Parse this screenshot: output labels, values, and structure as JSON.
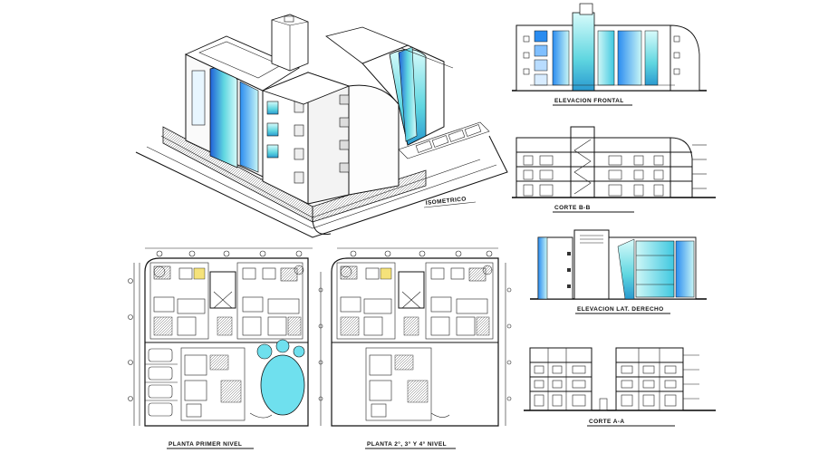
{
  "labels": {
    "isometric": "ISOMETRICO",
    "front_elevation": "ELEVACION FRONTAL",
    "section_b": "CORTE B-B",
    "side_elevation": "ELEVACION LAT. DERECHO",
    "section_a": "CORTE A-A",
    "plan_first": "PLANTA PRIMER NIVEL",
    "plan_typical": "PLANTA 2°, 3° Y 4° NIVEL"
  },
  "colors": {
    "glass_light": "#bff4f4",
    "glass_mid": "#5fd6e0",
    "glass_blue": "#2a8cf0",
    "glass_deep": "#1f5fd8",
    "line": "#111111",
    "pool": "#6fe0ee"
  }
}
